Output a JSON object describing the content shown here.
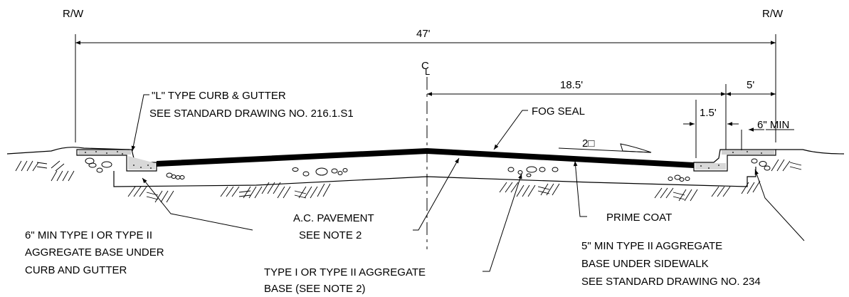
{
  "labels": {
    "rw_left": "R/W",
    "rw_right": "R/W",
    "total_width": "47'",
    "centerline": "C",
    "centerline_sub": "L",
    "half_width": "18.5'",
    "sidewalk_width": "5'",
    "gutter_width": "1.5'",
    "sidewalk_min": "6\" MIN",
    "fog_seal": "FOG SEAL",
    "slope": "2□",
    "curb_line1": "\"L\" TYPE CURB & GUTTER",
    "curb_line2": "SEE STANDARD DRAWING NO. 216.1.S1",
    "base_curb_line1": "6\" MIN TYPE I OR TYPE II",
    "base_curb_line2": "AGGREGATE BASE UNDER",
    "base_curb_line3": "CURB AND GUTTER",
    "ac_line1": "A.C. PAVEMENT",
    "ac_line2": "SEE NOTE 2",
    "prime_coat": "PRIME COAT",
    "agg_line1": "TYPE I OR TYPE II AGGREGATE",
    "agg_line2": "BASE (SEE NOTE 2)",
    "sw_line1": "5\" MIN TYPE II AGGREGATE",
    "sw_line2": "BASE UNDER SIDEWALK",
    "sw_line3": "SEE STANDARD DRAWING NO. 234"
  }
}
